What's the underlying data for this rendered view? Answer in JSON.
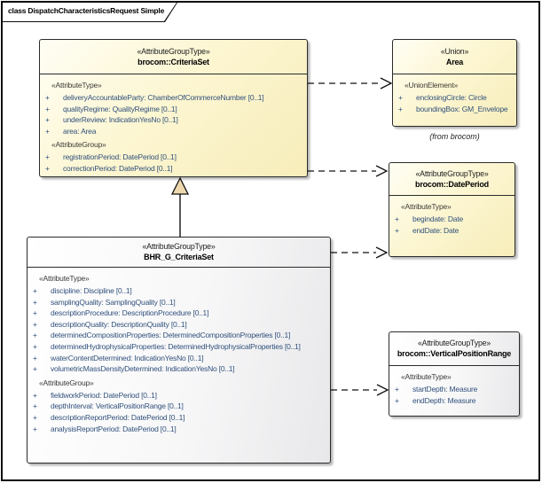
{
  "frame": {
    "title": "class DispatchCharacteristicsRequest Simple"
  },
  "colors": {
    "yellow_fill": "#fcf6d2",
    "gray_fill": "#efefef",
    "box_border": "#2b2b2b",
    "attribute_text": "#31517c",
    "generalization_triangle_fill": "#eed9ae",
    "edge_color": "#111111"
  },
  "classes": [
    {
      "id": "brocom_criteriaset",
      "stereotype": "«AttributeGroupType»",
      "name": "brocom::CriteriaSet",
      "fill": "yellow",
      "sections": [
        {
          "label": "«AttributeType»",
          "items": [
            {
              "vis": "+",
              "text": "deliveryAccountableParty: ChamberOfCommerceNumber [0..1]"
            },
            {
              "vis": "+",
              "text": "qualityRegime: QualityRegime [0..1]"
            },
            {
              "vis": "+",
              "text": "underReview: IndicationYesNo [0..1]"
            },
            {
              "vis": "+",
              "text": "area: Area"
            }
          ]
        },
        {
          "label": "«AttributeGroup»",
          "items": [
            {
              "vis": "+",
              "text": "registrationPeriod: DatePeriod [0..1]"
            },
            {
              "vis": "+",
              "text": "correctionPeriod: DatePeriod [0..1]"
            }
          ]
        }
      ]
    },
    {
      "id": "bhr_g_criteriaset",
      "stereotype": "«AttributeGroupType»",
      "name": "BHR_G_CriteriaSet",
      "fill": "gray",
      "sections": [
        {
          "label": "«AttributeType»",
          "items": [
            {
              "vis": "+",
              "text": "discipline: Discipline [0..1]"
            },
            {
              "vis": "+",
              "text": "samplingQuality: SamplingQuality [0..1]"
            },
            {
              "vis": "+",
              "text": "descriptionProcedure: DescriptionProcedure [0..1]"
            },
            {
              "vis": "+",
              "text": "descriptionQuality: DescriptionQuality [0..1]"
            },
            {
              "vis": "+",
              "text": "determinedCompositionProperties: DeterminedCompositionProperties [0..1]"
            },
            {
              "vis": "+",
              "text": "determinedHydrophysicalProperties: DeterminedHydrophysicalProperties [0..1]"
            },
            {
              "vis": "+",
              "text": "waterContentDetermined: IndicationYesNo [0..1]"
            },
            {
              "vis": "+",
              "text": "volumetricMassDensityDetermined: IndicationYesNo [0..1]"
            }
          ]
        },
        {
          "label": "«AttributeGroup»",
          "items": [
            {
              "vis": "+",
              "text": "fieldworkPeriod: DatePeriod [0..1]"
            },
            {
              "vis": "+",
              "text": "depthInterval: VerticalPositionRange [0..1]"
            },
            {
              "vis": "+",
              "text": "descriptionReportPeriod: DatePeriod [0..1]"
            },
            {
              "vis": "+",
              "text": "analysisReportPeriod: DatePeriod [0..1]"
            }
          ]
        }
      ]
    },
    {
      "id": "area",
      "stereotype": "«Union»",
      "name": "Area",
      "fill": "yellow",
      "note": "(from brocom)",
      "sections": [
        {
          "label": "«UnionElement»",
          "items": [
            {
              "vis": "+",
              "text": "enclosingCircle: Circle"
            },
            {
              "vis": "+",
              "text": "boundingBox: GM_Envelope"
            }
          ]
        }
      ]
    },
    {
      "id": "brocom_dateperiod",
      "stereotype": "«AttributeGroupType»",
      "name": "brocom::DatePeriod",
      "fill": "yellow",
      "sections": [
        {
          "label": "«AttributeType»",
          "items": [
            {
              "vis": "+",
              "text": "begindate: Date"
            },
            {
              "vis": "+",
              "text": "endDate: Date"
            }
          ]
        }
      ]
    },
    {
      "id": "brocom_verticalpositionrange",
      "stereotype": "«AttributeGroupType»",
      "name": "brocom::VerticalPositionRange",
      "fill": "gray",
      "sections": [
        {
          "label": "«AttributeType»",
          "items": [
            {
              "vis": "+",
              "text": "startDepth: Measure"
            },
            {
              "vis": "+",
              "text": "endDepth: Measure"
            }
          ]
        }
      ]
    }
  ],
  "edges": [
    {
      "type": "dependency",
      "from": "brocom::CriteriaSet",
      "to": "Area",
      "style": "dashed-open-arrow"
    },
    {
      "type": "dependency",
      "from": "brocom::CriteriaSet",
      "to": "brocom::DatePeriod",
      "style": "dashed-open-arrow"
    },
    {
      "type": "generalization",
      "from": "BHR_G_CriteriaSet",
      "to": "brocom::CriteriaSet",
      "style": "solid-triangle"
    },
    {
      "type": "dependency",
      "from": "BHR_G_CriteriaSet",
      "to": "brocom::DatePeriod",
      "style": "dashed-open-arrow"
    },
    {
      "type": "dependency",
      "from": "BHR_G_CriteriaSet",
      "to": "brocom::VerticalPositionRange",
      "style": "dashed-open-arrow"
    }
  ]
}
